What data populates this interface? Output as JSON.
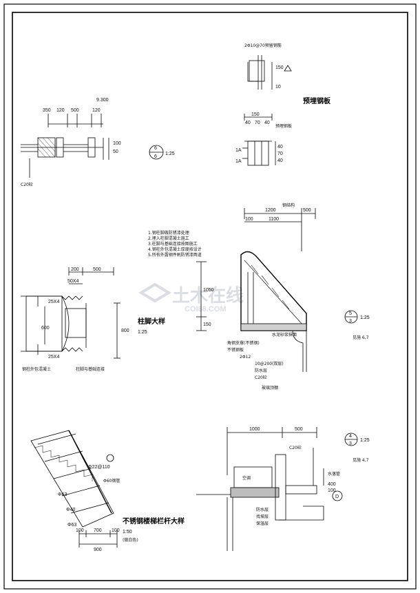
{
  "watermark": {
    "main": "土木在线",
    "sub": "COI88.COM"
  },
  "details": {
    "railing": {
      "title": "不锈钢楼梯栏杆大样",
      "scale": "1:50",
      "subtitle": "(做白色)",
      "dims": [
        "100",
        "700",
        "100",
        "900"
      ],
      "labels": [
        "Φ63",
        "Φ40",
        "Φ63",
        "Φ22@110",
        "Φ60钢管"
      ]
    },
    "column": {
      "title": "柱脚大样",
      "scale": "1:25",
      "dims_top": [
        "200",
        "500",
        "50X4"
      ],
      "dims_side": [
        "25X4",
        "600",
        "25X4"
      ],
      "dim_right": "800",
      "notes": [
        "1.钢柱脚做防锈漆处理",
        "2.埋入柱脚混凝土施工",
        "3.柱脚与基础连接按图施工",
        "4.钢柱外包混凝土厚度按设计",
        "5.所有外露钢件刷防锈漆两道"
      ],
      "left_labels": [
        "钢柱外包混凝土",
        "柱脚与基础连接"
      ]
    },
    "detail6": {
      "number": "6",
      "sheet": "6",
      "scale": "1:25",
      "dims": [
        "350",
        "120",
        "500",
        "120"
      ],
      "elev": "9.300",
      "side": [
        "100",
        "50"
      ],
      "label": "C20砼"
    },
    "detail4": {
      "number": "4",
      "sheet": "3",
      "scale": "1:25",
      "ref": "见施 4,7",
      "dims": [
        "1000",
        "500"
      ],
      "room": "空调",
      "labels": [
        "防水层",
        "找坡层",
        "保温层",
        "C20砼",
        "水落管"
      ],
      "dims_v": [
        "400",
        "100"
      ],
      "axis": "D"
    },
    "detail5": {
      "number": "5",
      "sheet": "3",
      "scale": "1:25",
      "ref": "见施 6,7",
      "dims_top": [
        "1200",
        "500"
      ],
      "dims_sub": [
        "100",
        "1100"
      ],
      "dims_v": [
        "1050",
        "150"
      ],
      "labels": [
        "角钢支撑(不锈钢)",
        "不锈钢板",
        "2Φ12",
        "10@200(双层)",
        "防水层",
        "C20砼",
        "玻璃顶棚",
        "钢结构",
        "水泥砂浆抹面"
      ]
    },
    "embed": {
      "title": "预埋钢板",
      "labels": [
        "预埋钢板",
        "2Φ10@70预留钢筋"
      ],
      "dims": [
        "150",
        "40",
        "70",
        "40",
        "150",
        "10",
        "40",
        "70",
        "40"
      ],
      "marks": [
        "1A",
        "1A"
      ]
    }
  }
}
